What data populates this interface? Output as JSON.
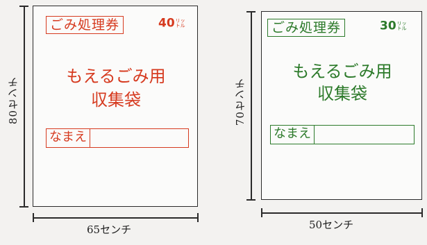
{
  "bags": [
    {
      "ticket_label": "ごみ処理券",
      "capacity_value": "40",
      "capacity_unit_top": "リッ",
      "capacity_unit_bottom": "トル",
      "title_line1": "もえるごみ用",
      "title_line2": "収集袋",
      "name_label": "なまえ",
      "height_label": "80センチ",
      "width_label": "65センチ",
      "color": "#d63a1f"
    },
    {
      "ticket_label": "ごみ処理券",
      "capacity_value": "30",
      "capacity_unit_top": "リッ",
      "capacity_unit_bottom": "トル",
      "title_line1": "もえるごみ用",
      "title_line2": "収集袋",
      "name_label": "なまえ",
      "height_label": "70センチ",
      "width_label": "50センチ",
      "color": "#2c7a2a"
    }
  ]
}
